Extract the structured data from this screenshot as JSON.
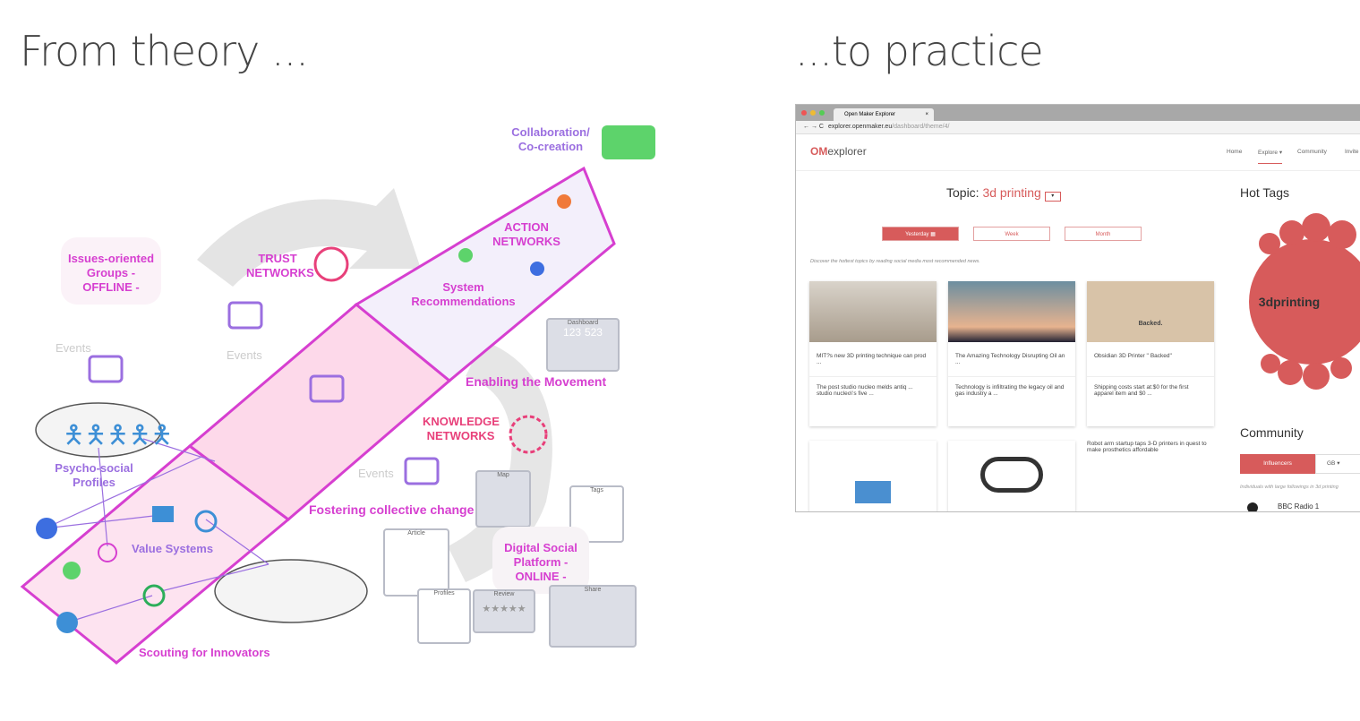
{
  "slide": {
    "left_title": "From theory ...",
    "right_title": "...to practice"
  },
  "diagram": {
    "collaboration": "Collaboration/ Co-creation",
    "action_networks": "ACTION NETWORKS",
    "trust_networks": "TRUST NETWORKS",
    "system_recommendations": "System Recommendations",
    "issues_groups": "Issues-oriented Groups - OFFLINE -",
    "events": [
      "Events",
      "Events",
      "Events"
    ],
    "enabling": "Enabling the Movement",
    "knowledge_networks": "KNOWLEDGE NETWORKS",
    "fostering": "Fostering collective change",
    "psycho_social": "Psycho-social Profiles",
    "value_systems": "Value Systems",
    "scouting": "Scouting for Innovators",
    "digital_platform": "Digital Social Platform - ONLINE -",
    "mockups": {
      "dashboard": "Dashboard",
      "num1": "123",
      "num2": "523",
      "map": "Map",
      "tags": "Tags",
      "article": "Article",
      "profiles": "Profiles",
      "review": "Review",
      "share": "Share",
      "stars": "★★★★★"
    },
    "colors": {
      "magenta": "#d63fd0",
      "pink": "#e8407a",
      "purple": "#9b6fe0",
      "green": "#5dd36b",
      "blue": "#3d8fd6"
    }
  },
  "browser": {
    "tab_title": "Open Maker Explorer",
    "url_host": "explorer.openmaker.eu",
    "url_path": "/dashboard/theme/4/",
    "logo_bold": "OM",
    "logo_rest": "explorer",
    "nav": [
      "Home",
      "Explore ▾",
      "Community",
      "Invite"
    ],
    "topic_label": "Topic:",
    "topic_value": "3d printing",
    "periods": [
      "Yesterday ▦",
      "Week",
      "Month"
    ],
    "discover": "Discover the hottest topics by reading social media most recommended news.",
    "cards": [
      {
        "title": "MIT?s new 3D printing technique can prod ...",
        "desc": "The post studio nucleo melds antiq ... studio nucleo\\'s five ..."
      },
      {
        "title": "The Amazing Technology Disrupting Oil an ...",
        "desc": "Technology is infiltrating the legacy oil and gas industry a ..."
      },
      {
        "title": "Obsidian 3D Printer '' Backed''",
        "desc": "Shipping costs start at:$0 for the first apparel item and $0 ..."
      },
      {
        "alt": "Robot arm startup taps 3-D printers in quest to make prosthetics affordable"
      }
    ],
    "backed_text": "Backed.",
    "hot_tags": "Hot Tags",
    "main_tag": "3dprinting",
    "community": "Community",
    "influencers": "Influencers",
    "region": "GB ▾",
    "community_desc": "Individuals with large followings in 3d printing",
    "first_member": "BBC Radio 1",
    "accent": "#d75b5b"
  }
}
